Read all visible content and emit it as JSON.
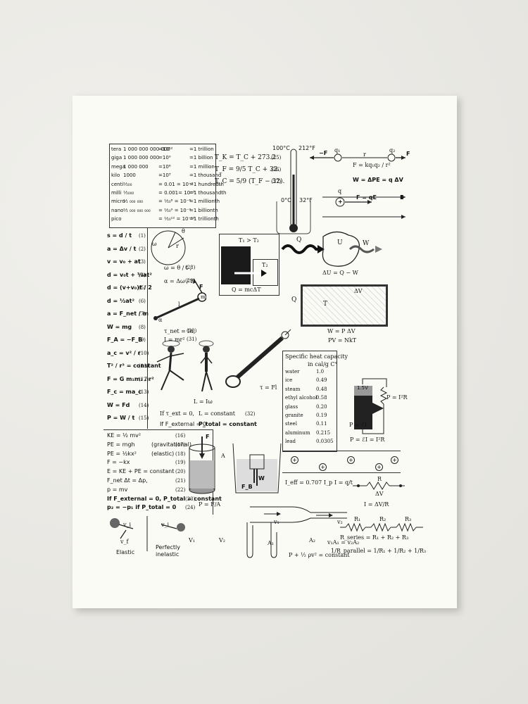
{
  "prefixes": [
    {
      "name": "tera",
      "value": "1 000 000 000 000",
      "power": "=10¹²",
      "word": "=1 trillion"
    },
    {
      "name": "giga",
      "value": "1 000 000 000",
      "power": "=10⁹",
      "word": "=1 billion"
    },
    {
      "name": "mega",
      "value": "1 000 000",
      "power": "=10⁶",
      "word": "=1 million"
    },
    {
      "name": "kilo",
      "value": "1000",
      "power": "=10³",
      "word": "=1 thousand"
    },
    {
      "name": "centi",
      "value": "¹⁄₁₀₀",
      "power": "= 0.01 = 10⁻²",
      "word": "=1 hundredth"
    },
    {
      "name": "milli",
      "value": "¹⁄₁₀₀₀",
      "power": "= 0.001= 10⁻³",
      "word": "=1 thousandth"
    },
    {
      "name": "micro",
      "value": "¹⁄₁ ₀₀₀ ₀₀₀",
      "power": "= ¹⁄₁₀⁶ = 10⁻⁶",
      "word": "=1 millionth"
    },
    {
      "name": "nano",
      "value": "¹⁄₁ ₀₀₀ ₀₀₀ ₀₀₀",
      "power": "= ¹⁄₁₀⁹ = 10⁻⁹",
      "word": "=1 billionth"
    },
    {
      "name": "pico",
      "value": "",
      "power": "= ¹⁄₁₀¹² = 10⁻¹²",
      "word": "=1 trillionth"
    }
  ],
  "temps": [
    {
      "eq": "T_K = T_C + 273.2",
      "num": "(25)"
    },
    {
      "eq": "T_F = 9/5 T_C + 32.",
      "num": "(26)"
    },
    {
      "eq": "T_C = 5/9 (T_F − 32).",
      "num": "(27)"
    }
  ],
  "thermometer": {
    "top_c": "100°C",
    "top_f": "212°F",
    "bot_c": "0°C",
    "bot_f": "32°F"
  },
  "charges": {
    "neg_f": "−F",
    "q1": "q₁",
    "r": "r",
    "q2": "q₂",
    "f": "F",
    "coulomb": "F = kq₁q₂ / r²",
    "work": "W = ΔPE = q ΔV",
    "q": "q",
    "plus": "+",
    "qe": "F = qE",
    "e": "E"
  },
  "mech": [
    {
      "eq": "s = d / t",
      "num": "(1)"
    },
    {
      "eq": "a = Δv / t",
      "num": "(2)"
    },
    {
      "eq": "v = v₀ + at",
      "num": "(3)"
    },
    {
      "eq": "d = v₀t + ½at²",
      "num": "(4)"
    },
    {
      "eq": "d = (v+v₀)t / 2",
      "num": "(5)"
    },
    {
      "eq": "d = ½at²",
      "num": "(6)"
    },
    {
      "eq": "a = F_net / m",
      "num": "(7)"
    },
    {
      "eq": "W = mg",
      "num": "(8)"
    },
    {
      "eq": "F_A = −F_B",
      "num": "(9)"
    },
    {
      "eq": "a_c = v² / r",
      "num": "(10)"
    },
    {
      "eq": "T² / r³ = constant",
      "num": "(11)"
    },
    {
      "eq": "F = G m₁m₂ / r²",
      "num": "(12)"
    },
    {
      "eq": "F_c = ma_c",
      "num": "(13)"
    },
    {
      "eq": "W = Fd",
      "num": "(14)"
    },
    {
      "eq": "P = W / t",
      "num": "(15)"
    }
  ],
  "rot": [
    {
      "eq": "ω = θ / t ,",
      "num": "(28)"
    },
    {
      "eq": "α = Δω / t",
      "num": "(29)"
    },
    {
      "eq": "τ_net = Iα,",
      "num": "(30)"
    },
    {
      "eq": "I = mr²",
      "num": "(31)"
    }
  ],
  "rotlabels": {
    "theta": "θ",
    "omega": "ω",
    "r": "r",
    "f": "F",
    "m": "m",
    "alpha": "α",
    "l": "l",
    "lw": "L = Iω",
    "ifx": "If τ_ext = 0,",
    "lc": "L = constant",
    "n32": "(32)",
    "ifext": "If F_external = 0",
    "ptot": "P_total = constant"
  },
  "heat": {
    "t1t2": "T₁ > T₂",
    "t2": "T₂",
    "q": "Q = mcΔT",
    "Qa": "Q",
    "U": "U",
    "W": "W",
    "du": "ΔU = Q − W",
    "dv": "ΔV",
    "T": "T",
    "Qb": "Q",
    "wpv": "W = P ΔV",
    "pv": "PV = NkT"
  },
  "specific_heat": {
    "title": "Specific heat capacity",
    "unit": "in cal/g C°",
    "rows": [
      [
        "water",
        "1.0"
      ],
      [
        "ice",
        "0.49"
      ],
      [
        "steam",
        "0.48"
      ],
      [
        "ethyl alcohol",
        "0.58"
      ],
      [
        "glass",
        "0.20"
      ],
      [
        "granite",
        "0.19"
      ],
      [
        "steel",
        "0.11"
      ],
      [
        "aluminum",
        "0.215"
      ],
      [
        "lead",
        "0.0305"
      ]
    ]
  },
  "elec": {
    "battery": "1.5V",
    "pir": "P = I²R",
    "pei": "P = ℰI",
    "peir": "P = ℰI = I²R",
    "ieff": "I_eff = 0.707 I_p",
    "iq": "I = q/t",
    "R": "R",
    "dv": "ΔV",
    "idv": "I = ΔV/R",
    "r1": "R₁",
    "r2": "R₂",
    "r3": "R₃",
    "series": "R_series = R₁ + R₂ + R₃",
    "parallel": "1/R_parallel = 1/R₁ + 1/R₂ + 1/R₃"
  },
  "energy": [
    {
      "eq": "KE = ½ mv²",
      "extra": "",
      "num": "(16)"
    },
    {
      "eq": "PE = mgh",
      "extra": "(gravitational)",
      "num": "(17)"
    },
    {
      "eq": "PE = ½kx²",
      "extra": "(elastic)",
      "num": "(18)"
    },
    {
      "eq": "F = −kx",
      "extra": "",
      "num": "(19)"
    },
    {
      "eq": "E = KE + PE = constant",
      "extra": "",
      "num": "(20)"
    },
    {
      "eq": "F_net Δt = Δp,",
      "extra": "",
      "num": "(21)"
    },
    {
      "eq": "p = mv",
      "extra": "",
      "num": "(22)"
    },
    {
      "eq": "If F_external = 0,  P_total = constant",
      "extra": "",
      "num": "(23)"
    },
    {
      "eq": "p₂ = −p₁  if  P_total = 0",
      "extra": "",
      "num": "(24)"
    }
  ],
  "collision": {
    "vi": "v_i",
    "vf": "v_f",
    "elastic": "Elastic",
    "perfect": "Perfectly",
    "inelastic": "inelastic",
    "vi2": "v_i"
  },
  "fluids": {
    "F": "F",
    "A": "A",
    "FB": "F_B",
    "W": "W",
    "PFA": "P = F/A",
    "v1": "v₁",
    "v2": "v₂",
    "V1": "V₁",
    "V2": "V₂",
    "A1": "A₁",
    "A2": "A₂",
    "cont": "v₁A₁ = v₂A₂",
    "bern": "P + ½ ρv² = constant"
  }
}
